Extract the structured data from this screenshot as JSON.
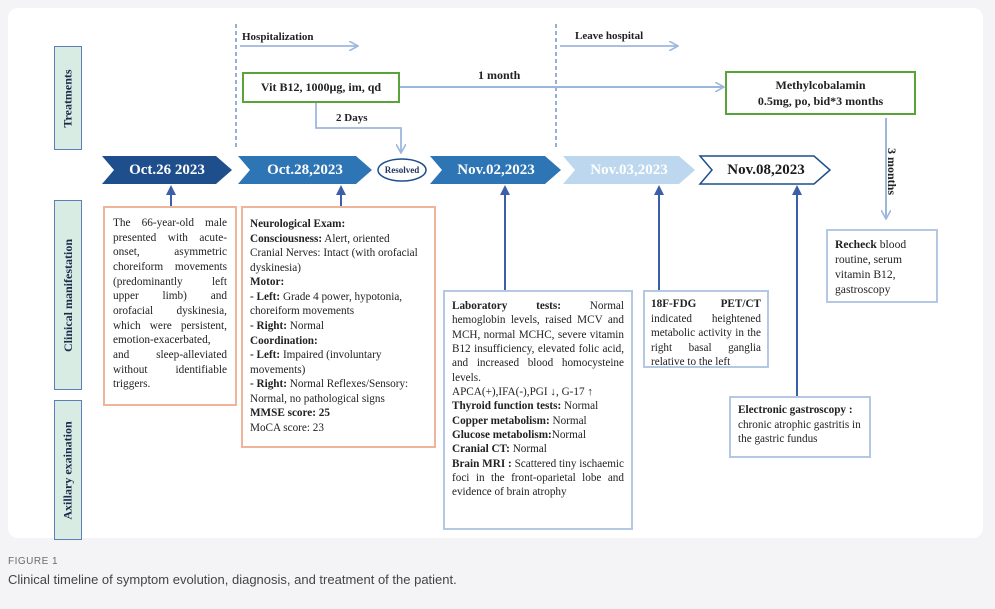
{
  "side_labels": {
    "treatments": "Treatments",
    "clinical": "Clinical manifestation",
    "axillary": "Axillary exaination"
  },
  "phases": {
    "hospitalization": "Hospitalization",
    "leave_hospital": "Leave hospital"
  },
  "timeline": {
    "date1": "Oct.26 2023",
    "date2": "Oct.28,2023",
    "resolved": "Resolved",
    "date3": "Nov.02,2023",
    "date4": "Nov.03,2023",
    "date5": "Nov.08,2023"
  },
  "treatments": {
    "vitb12": "Vit B12, 1000µg, im, qd",
    "one_month": "1 month",
    "two_days": "2 Days",
    "methyl_line1": "Methylcobalamin",
    "methyl_line2": "0.5mg, po, bid*3 months",
    "three_months": "3 months"
  },
  "box_oct26": {
    "text": "The 66-year-old male presented with acute-onset, asymmetric choreiform movements (predominantly left upper limb) and orofacial dyskinesia, which were persistent, emotion-exacerbated, and sleep-alleviated without identifiable triggers."
  },
  "box_oct28": {
    "neuro_title": "Neurological Exam:",
    "consciousness_label": "Consciousness:",
    "consciousness_value": " Alert, oriented",
    "cranial": "Cranial Nerves: Intact (with orofacial dyskinesia)",
    "motor_title": "Motor:",
    "motor_left_label": "- Left:",
    "motor_left_value": " Grade 4 power, hypotonia, choreiform movements",
    "motor_right_label": "- Right:",
    "motor_right_value": " Normal",
    "coord_title": "Coordination:",
    "coord_left_label": "- Left:",
    "coord_left_value": " Impaired (involuntary movements)",
    "coord_right_label": "- Right:",
    "coord_right_value": " Normal Reflexes/Sensory: Normal, no pathological signs",
    "mmse": "MMSE score: 25",
    "moca": "MoCA score: 23"
  },
  "box_nov02": {
    "lab_label": "Laboratory tests:",
    "lab_value": " Normal hemoglobin levels, raised MCV and MCH, normal MCHC, severe vitamin B12 insufficiency, elevated folic acid, and increased blood homocysteine levels.",
    "apca": "APCA(+),IFA(-),PGI ↓, G-17 ↑",
    "thyroid_label": "Thyroid function tests:",
    "thyroid_value": " Normal",
    "copper_label": "Copper metabolism:",
    "copper_value": " Normal",
    "glucose_label": "Glucose metabolism:",
    "glucose_value": "Normal",
    "ct_label": "Cranial CT:",
    "ct_value": " Normal",
    "mri_label": "Brain MRI :",
    "mri_value": " Scattered tiny ischaemic foci in the front-oparietal lobe and evidence of brain atrophy"
  },
  "box_nov03": {
    "title": "18F-FDG PET/CT",
    "text": " indicated heightened metabolic activity in the right basal ganglia relative to the left"
  },
  "box_nov08": {
    "title": "Electronic gastroscopy :",
    "text": "chronic atrophic gastritis in the gastric fundus"
  },
  "box_recheck": {
    "title": "Recheck",
    "text": " blood routine, serum vitamin B12, gastroscopy"
  },
  "caption": {
    "label": "FIGURE 1",
    "text": "Clinical timeline of symptom evolution, diagnosis, and treatment of the patient."
  },
  "colors": {
    "chevron_dark": "#1f4e8c",
    "chevron_mid": "#2e75b6",
    "chevron_light": "#bcd7ee",
    "chevron_white": "#ffffff",
    "arrow": "#9db7dc",
    "vline": "#3b5fa8",
    "green": "#5aa23a",
    "orange": "#f0b49a"
  }
}
